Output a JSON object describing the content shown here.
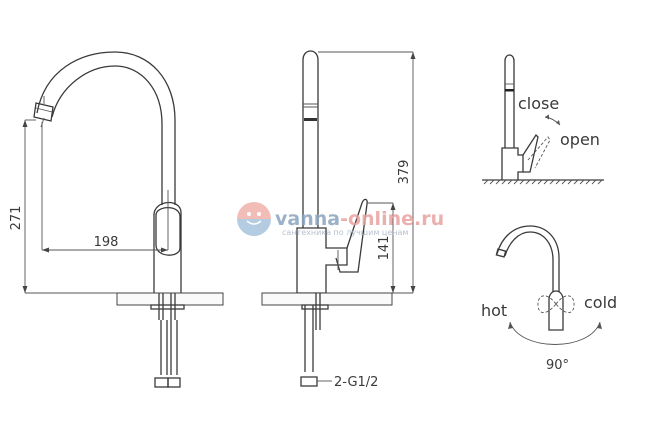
{
  "figure": {
    "type": "technical drawing",
    "subject": "kitchen faucet with swivel spout and side lever"
  },
  "front_view": {
    "dim_height": "271",
    "dim_reach": "198"
  },
  "side_view": {
    "dim_total_height": "379",
    "dim_lever_height": "141",
    "connection_label": "2-G1/2"
  },
  "lever_open_close": {
    "label_close": "close",
    "label_open": "open"
  },
  "lever_temperature": {
    "label_hot": "hot",
    "label_cold": "cold",
    "label_angle": "90°"
  },
  "watermark": {
    "brand_part1": "vanna",
    "brand_part2": "-online.ru",
    "tagline": "сантехника по лучшим ценам",
    "colors": {
      "blue": "#8aa4bf",
      "pink": "#e8a3a0"
    }
  }
}
